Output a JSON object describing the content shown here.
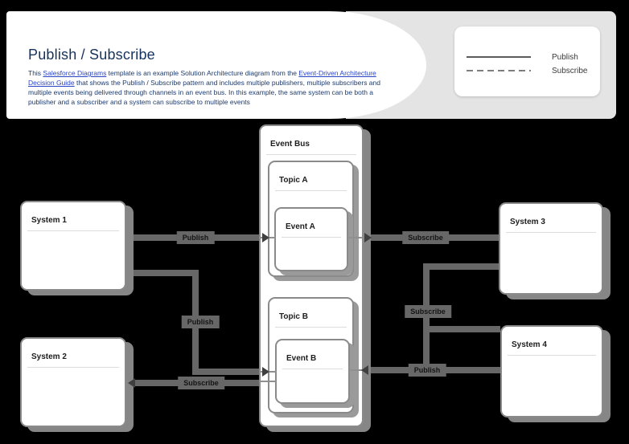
{
  "header": {
    "title": "Publish / Subscribe",
    "description": [
      {
        "text": "This "
      },
      {
        "text": "Salesforce Diagrams",
        "link": true
      },
      {
        "text": " template is an example Solution Architecture diagram from the "
      },
      {
        "text": "Event-Driven Architecture Decision Guide",
        "link": true
      },
      {
        "text": " that shows the Publish / Subscribe pattern and includes multiple publishers, multiple subscribers and multiple events being delivered through channels in an event bus. In this example, the same system can be both a publisher and a subscriber and a system can subscribe to multiple events"
      }
    ]
  },
  "legend": {
    "items": [
      {
        "style": "solid",
        "label": "Publish"
      },
      {
        "style": "dashed",
        "label": "Subscribe"
      }
    ]
  },
  "diagram": {
    "event_bus": {
      "label": "Event Bus"
    },
    "topics": [
      {
        "label": "Topic A",
        "event": "Event A"
      },
      {
        "label": "Topic B",
        "event": "Event B"
      }
    ],
    "systems": [
      {
        "label": "System 1"
      },
      {
        "label": "System 2"
      },
      {
        "label": "System 3"
      },
      {
        "label": "System 4"
      }
    ],
    "connectors": [
      {
        "label": "Publish",
        "from": "System 1",
        "to": "Event A"
      },
      {
        "label": "Publish",
        "from": "System 1",
        "to": "Event B"
      },
      {
        "label": "Subscribe",
        "from": "Event B",
        "to": "System 2"
      },
      {
        "label": "Subscribe",
        "from": "Event A",
        "to": "System 3"
      },
      {
        "label": "Subscribe",
        "from": "Event B",
        "to": "System 3"
      },
      {
        "label": "Publish",
        "from": "System 4",
        "to": "Event B"
      }
    ]
  },
  "colors": {
    "background": "#000000",
    "panel_gray": "#e4e4e4",
    "title_navy": "#16335f",
    "link_blue": "#2b45c4",
    "connector_gray": "#676767",
    "node_border": "#8a8a8a"
  }
}
